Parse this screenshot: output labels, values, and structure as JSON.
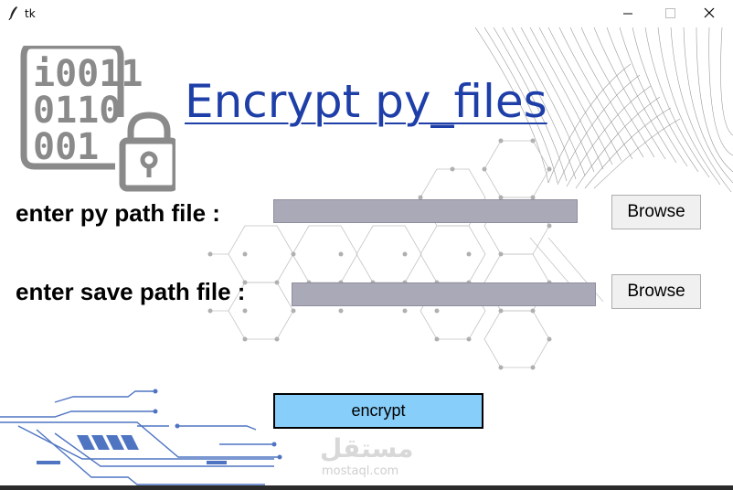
{
  "window": {
    "title": "tk",
    "minimize_icon": "minimize-icon",
    "maximize_icon": "maximize-icon",
    "close_icon": "close-icon"
  },
  "header": {
    "title": "Encrypt py_files",
    "logo_icon": "binary-lock-icon"
  },
  "form": {
    "py_path_label": "enter  py path file :",
    "py_path_value": "",
    "save_path_label": "enter save path file :",
    "save_path_value": "",
    "browse_label_1": "Browse",
    "browse_label_2": "Browse",
    "encrypt_label": "encrypt"
  },
  "watermark": {
    "arabic": "مستقل",
    "latin": "mostaql.com"
  },
  "colors": {
    "title": "#1f3fa8",
    "entry_bg": "#a9a9b7",
    "encrypt_bg": "#87cefa",
    "circuit": "#4f75c2",
    "hex_line": "#b0b0b0"
  }
}
